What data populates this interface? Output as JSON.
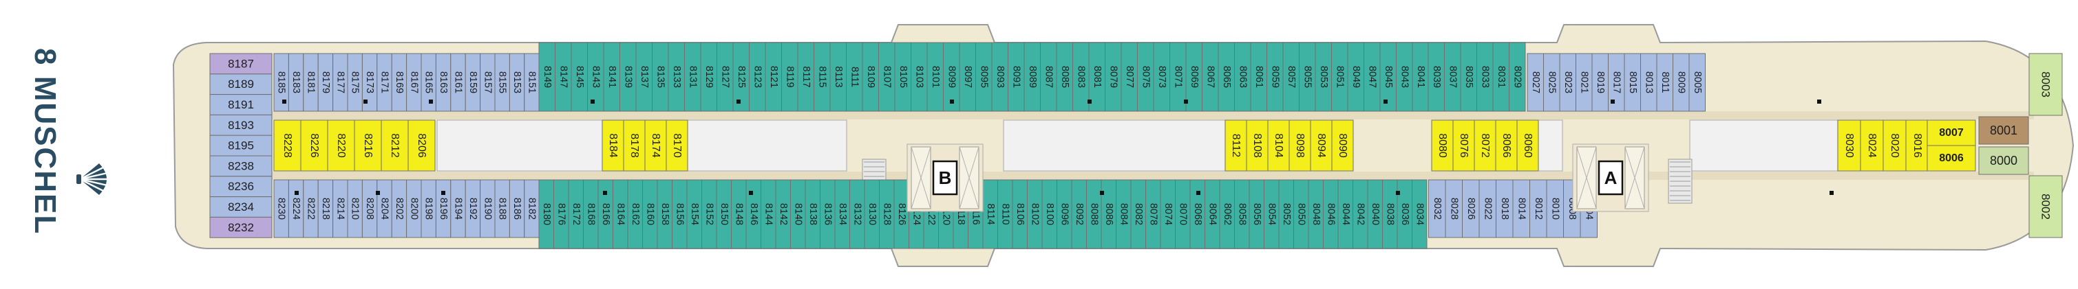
{
  "deck": {
    "title": "8 MUSCHEL",
    "icon": "shell-icon"
  },
  "colors": {
    "hull": "#f1ead2",
    "corridor": "#e6dcc0",
    "outline": "#9a9a9a",
    "cabin_blue": "#a9bde3",
    "cabin_teal": "#3eb3a4",
    "cabin_yellow": "#f4ee1a",
    "cabin_lilac": "#b9a8d8",
    "bow_green": "#cfe7a5",
    "aft_wood": "#b5916a",
    "text": "#1e1e1e"
  },
  "elevators": {
    "aft": "B",
    "forward": "A"
  },
  "cabins": {
    "top_blue": [
      "8185",
      "8183",
      "8181",
      "8179",
      "8177",
      "8175",
      "8173",
      "8171",
      "8169",
      "8167",
      "8165",
      "8163",
      "8161",
      "8159",
      "8157",
      "8155",
      "8153",
      "8151"
    ],
    "top_teal_a": [
      "8149",
      "8147",
      "8145",
      "8143",
      "8141",
      "8139",
      "8137",
      "8135",
      "8133",
      "8131",
      "8129",
      "8127",
      "8125",
      "8123",
      "8121",
      "8119",
      "8117",
      "8115",
      "8113",
      "8111",
      "8109",
      "8107",
      "8105",
      "8103",
      "8101",
      "8099",
      "8097",
      "8095",
      "8093",
      "8091",
      "8089",
      "8087",
      "8085",
      "8083",
      "8081",
      "8079",
      "8077",
      "8075",
      "8073",
      "8071",
      "8069",
      "8067",
      "8065",
      "8063",
      "8061",
      "8059",
      "8057",
      "8055",
      "8053",
      "8051",
      "8049",
      "8047",
      "8045",
      "8043",
      "8041"
    ],
    "top_teal_b": [
      "8039",
      "8037",
      "8035",
      "8033",
      "8031",
      "8029"
    ],
    "top_blue_fwd": [
      "8027",
      "8025",
      "8023",
      "8021",
      "8019",
      "8017",
      "8015",
      "8013",
      "8011",
      "8009",
      "8005"
    ],
    "bottom_blue": [
      "8230",
      "8224",
      "8222",
      "8218",
      "8214",
      "8210",
      "8208",
      "8204",
      "8202",
      "8200",
      "8198",
      "8196",
      "8194",
      "8192",
      "8190",
      "8188",
      "8186",
      "8182"
    ],
    "bottom_teal": [
      "8180",
      "8176",
      "8172",
      "8168",
      "8166",
      "8164",
      "8162",
      "8160",
      "8158",
      "8156",
      "8154",
      "8152",
      "8150",
      "8148",
      "8146",
      "8144",
      "8142",
      "8140",
      "8138",
      "8136",
      "8134",
      "8132",
      "8130",
      "8128",
      "8126",
      "8124",
      "8122",
      "8120",
      "8118",
      "8116",
      "8114",
      "8110",
      "8106",
      "8102",
      "8100",
      "8096",
      "8092",
      "8088",
      "8086",
      "8084",
      "8082",
      "8078",
      "8074",
      "8070",
      "8068",
      "8064",
      "8062",
      "8058",
      "8056",
      "8054",
      "8052",
      "8050",
      "8048",
      "8046",
      "8044",
      "8042",
      "8040",
      "8038",
      "8036",
      "8034"
    ],
    "bottom_blue_fwd": [
      "8032",
      "8028",
      "8026",
      "8022",
      "8018",
      "8014",
      "8012",
      "8010",
      "8008",
      "8004"
    ],
    "aft_col": [
      "8187",
      "8189",
      "8191",
      "8193",
      "8195",
      "8238",
      "8236",
      "8234",
      "8232"
    ],
    "inner_top_a": [
      "8228",
      "8226",
      "8220",
      "8216",
      "8212",
      "8206"
    ],
    "inner_top_b": [
      "8184",
      "8178",
      "8174",
      "8170"
    ],
    "inner_mid": [
      "8112",
      "8108",
      "8104",
      "8098",
      "8094",
      "8090"
    ],
    "inner_mid_b": [
      "8080",
      "8076",
      "8072",
      "8066",
      "8060"
    ],
    "inner_fwd": [
      "8030",
      "8024",
      "8020",
      "8016"
    ],
    "inner_fwd_pair": [
      "8007",
      "8006"
    ],
    "fwd_side": [
      "8001",
      "8000"
    ],
    "bow": [
      "8003",
      "8002"
    ]
  }
}
